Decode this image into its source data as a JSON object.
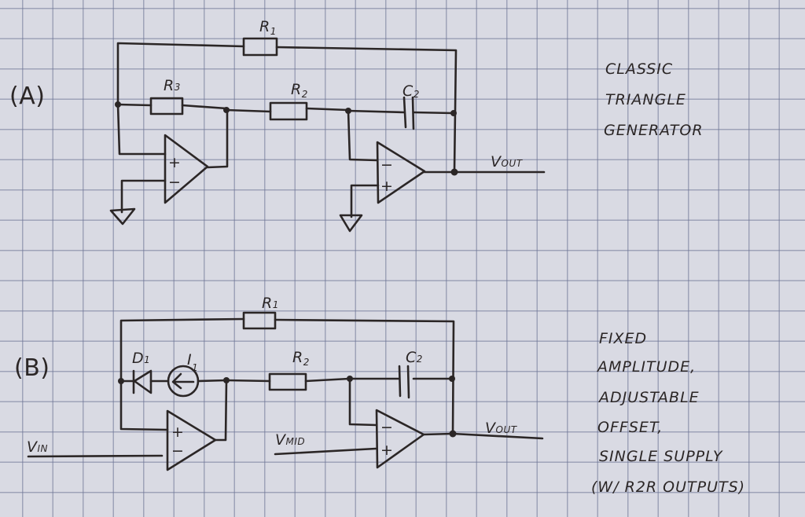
{
  "colors": {
    "paper": "#d9dae3",
    "grid": "#6e7696",
    "ink": "#2b2626"
  },
  "circuit_a": {
    "label": "(A)",
    "title_lines": [
      "CLASSIC",
      "TRIANGLE",
      "GENERATOR"
    ],
    "components": {
      "r1": {
        "name": "R",
        "sub": "1"
      },
      "r2": {
        "name": "R",
        "sub": "2"
      },
      "r3": {
        "name": "R",
        "sub": "3"
      },
      "c2": {
        "name": "C",
        "sub": "2"
      }
    },
    "opamp1": {
      "plus": "+",
      "minus": "−"
    },
    "opamp2": {
      "plus": "+",
      "minus": "−"
    },
    "output": {
      "name": "V",
      "sub": "OUT"
    }
  },
  "circuit_b": {
    "label": "(B)",
    "title_lines": [
      "FIXED",
      "AMPLITUDE,",
      "ADJUSTABLE",
      "OFFSET,",
      "SINGLE SUPPLY",
      "(W/ R2R OUTPUTS)"
    ],
    "components": {
      "r1": {
        "name": "R",
        "sub": "1"
      },
      "r2": {
        "name": "R",
        "sub": "2"
      },
      "c2": {
        "name": "C",
        "sub": "2"
      },
      "d1": {
        "name": "D",
        "sub": "1"
      },
      "i1": {
        "name": "I",
        "sub": "1"
      }
    },
    "opamp1": {
      "plus": "+",
      "minus": "−"
    },
    "opamp2": {
      "plus": "+",
      "minus": "−"
    },
    "input": {
      "name": "V",
      "sub": "IN"
    },
    "mid": {
      "name": "V",
      "sub": "MID"
    },
    "output": {
      "name": "V",
      "sub": "OUT"
    }
  }
}
